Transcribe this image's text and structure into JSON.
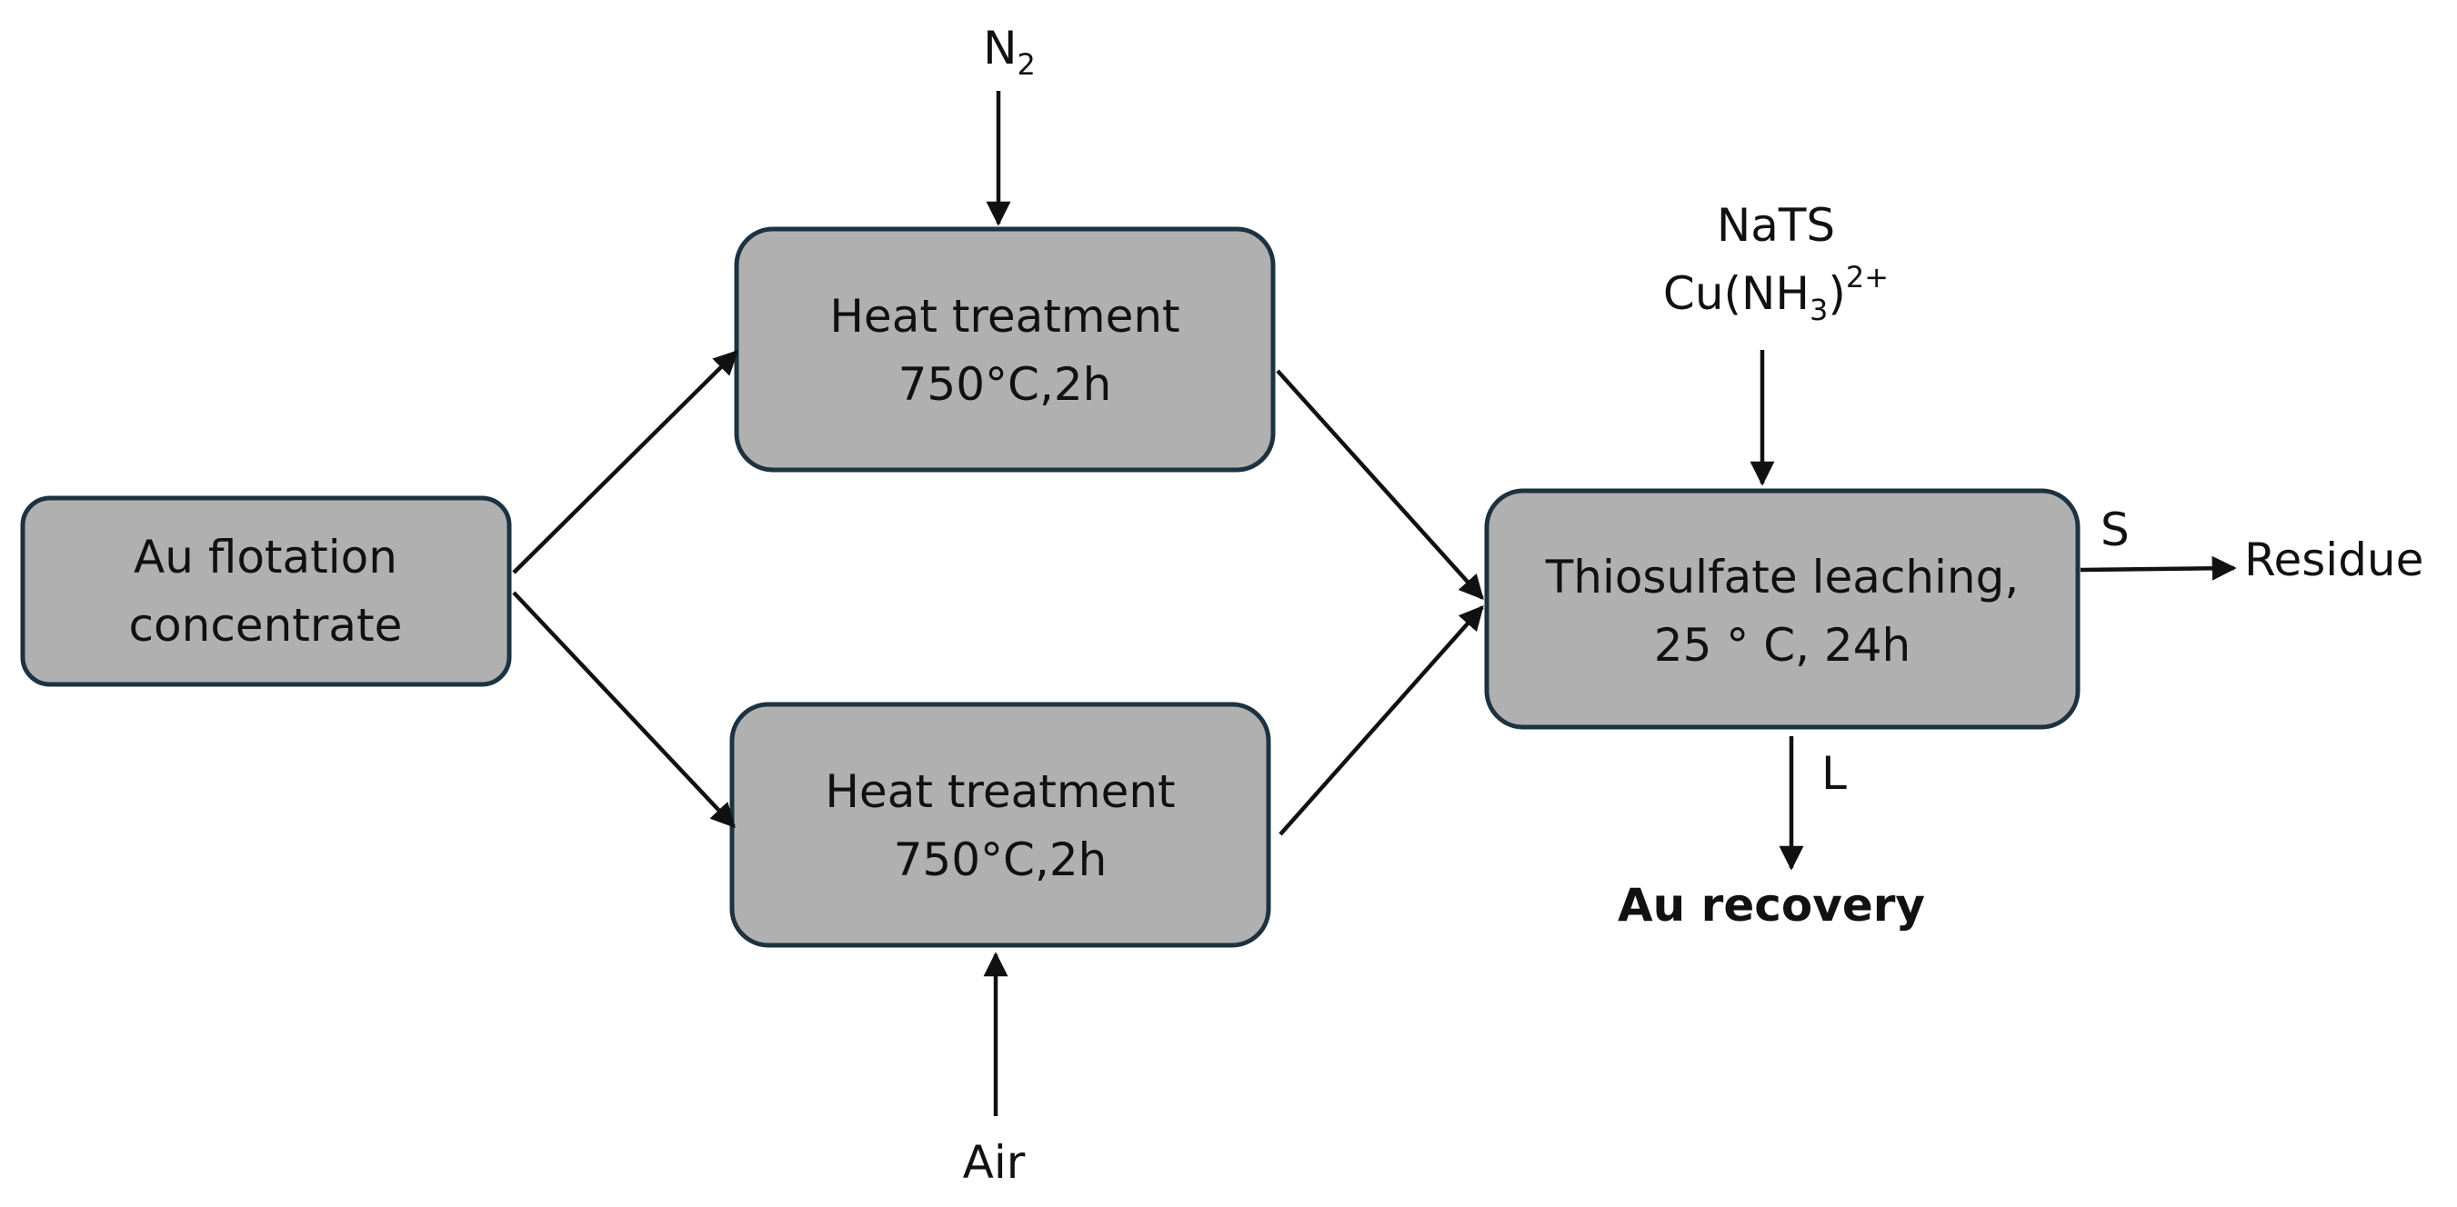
{
  "diagram": {
    "nodes": {
      "concentrate": {
        "line1": "Au flotation",
        "line2": "concentrate"
      },
      "heat_n2": {
        "line1": "Heat treatment",
        "line2": "750°C,2h"
      },
      "heat_air": {
        "line1": "Heat treatment",
        "line2": "750°C,2h"
      },
      "leaching": {
        "line1": "Thiosulfate leaching,",
        "line2": "25 ° C, 24h"
      }
    },
    "inputs": {
      "n2": {
        "main": "N",
        "subscript": "2"
      },
      "air": "Air",
      "reagent_1": "NaTS",
      "reagent_2": {
        "prefix": "Cu(NH",
        "subscript": "3",
        "suffix": ")",
        "superscript": "2+"
      }
    },
    "outputs": {
      "solid_label": "S",
      "residue": "Residue",
      "liquid_label": "L",
      "recovery": "Au recovery"
    },
    "edges": [
      {
        "from": "concentrate",
        "to": "heat_n2"
      },
      {
        "from": "concentrate",
        "to": "heat_air"
      },
      {
        "from": "heat_n2",
        "to": "leaching"
      },
      {
        "from": "heat_air",
        "to": "leaching"
      },
      {
        "from": "n2",
        "to": "heat_n2"
      },
      {
        "from": "air",
        "to": "heat_air"
      },
      {
        "from": "reagents",
        "to": "leaching"
      },
      {
        "from": "leaching",
        "to": "residue",
        "label": "S"
      },
      {
        "from": "leaching",
        "to": "recovery",
        "label": "L"
      }
    ]
  }
}
